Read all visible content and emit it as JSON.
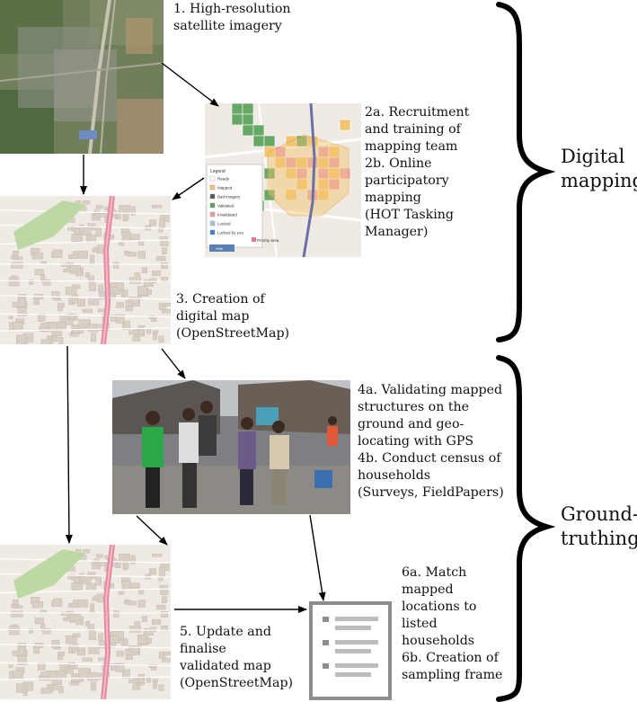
{
  "steps": {
    "s1": "1. High-resolution\nsatellite imagery",
    "s2": "2a. Recruitment\nand training of\nmapping team\n2b. Online\nparticipatory\nmapping\n(HOT Tasking\nManager)",
    "s3": "3. Creation of\ndigital map\n(OpenStreetMap)",
    "s4": "4a. Validating mapped\nstructures on the\nground and geo-\nlocating with GPS\n4b. Conduct census of\nhouseholds\n(Surveys, FieldPapers)",
    "s5": "5. Update and\nfinalise\nvalidated map\n(OpenStreetMap)",
    "s6": "6a. Match\nmapped\nlocations to\nlisted\nhouseholds\n6b. Creation of\nsampling frame"
  },
  "phases": {
    "digital": "Digital\nmapping",
    "ground": "Ground-\ntruthing"
  },
  "tasking_legend": {
    "title": "Legend",
    "items": [
      "Ready",
      "Mapped",
      "Bad imagery",
      "Validated",
      "Invalidated",
      "Locked",
      "Locked by you"
    ],
    "priority": "Priority area",
    "button": "Hide"
  },
  "colors": {
    "mapped": "#f3c26a",
    "validated": "#5aa15a",
    "invalidated": "#e89ab4",
    "priority": "#e07a9b",
    "road": "#e58aa3",
    "map_bg": "#efeae3"
  }
}
